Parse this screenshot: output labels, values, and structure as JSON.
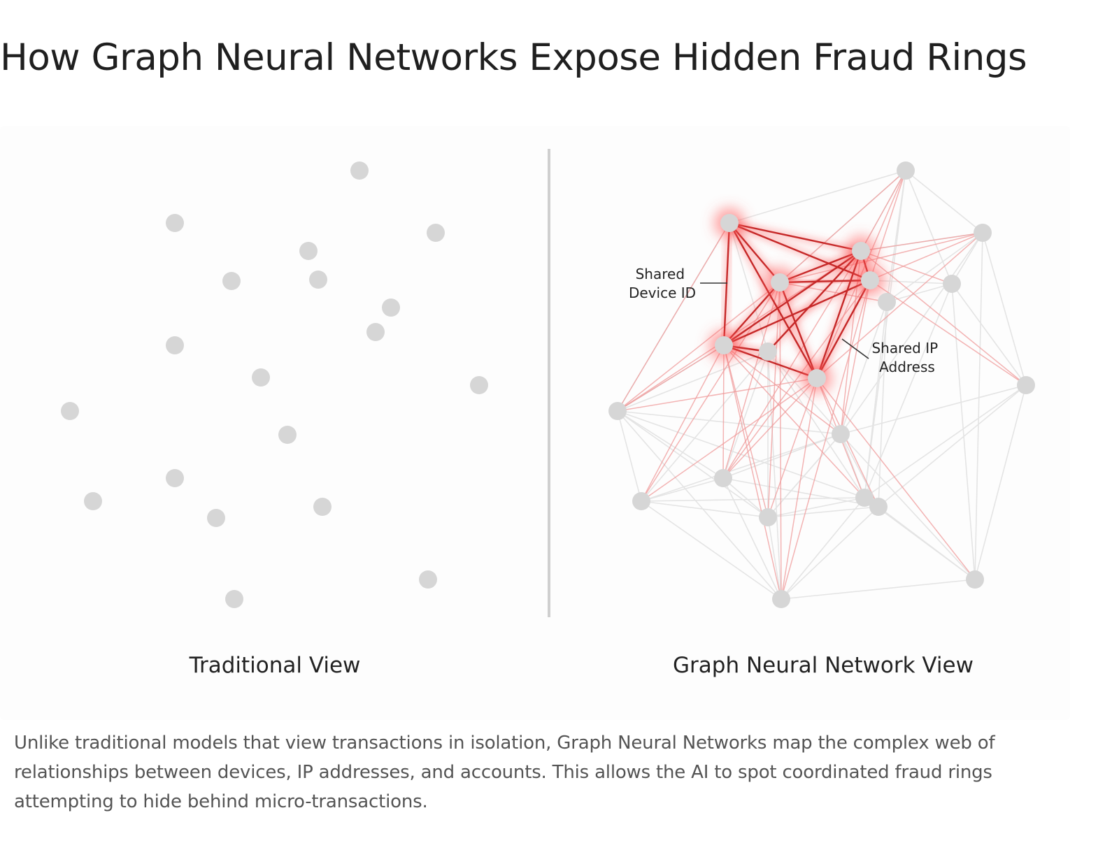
{
  "page": {
    "title": "How Graph Neural Networks Expose Hidden Fraud Rings",
    "caption": "Unlike traditional models that view transactions in isolation, Graph Neural Networks map the complex web of relationships between devices, IP addresses, and accounts. This allows the AI to spot coordinated fraud rings attempting to hide behind micro-transactions."
  },
  "panels": {
    "left": {
      "label": "Traditional View"
    },
    "right": {
      "label": "Graph Neural Network View"
    }
  },
  "annotations": {
    "device": [
      "Shared",
      "Device ID"
    ],
    "ip": [
      "Shared IP",
      "Address"
    ]
  },
  "colors": {
    "node": "#d6d6d6",
    "edge": "#e4e4e4",
    "fraud_edge": "#c62828",
    "fraud_glow": "#ff5a5a",
    "link_edge": "#ef9a9a",
    "divider": "#cfcfcf"
  }
}
